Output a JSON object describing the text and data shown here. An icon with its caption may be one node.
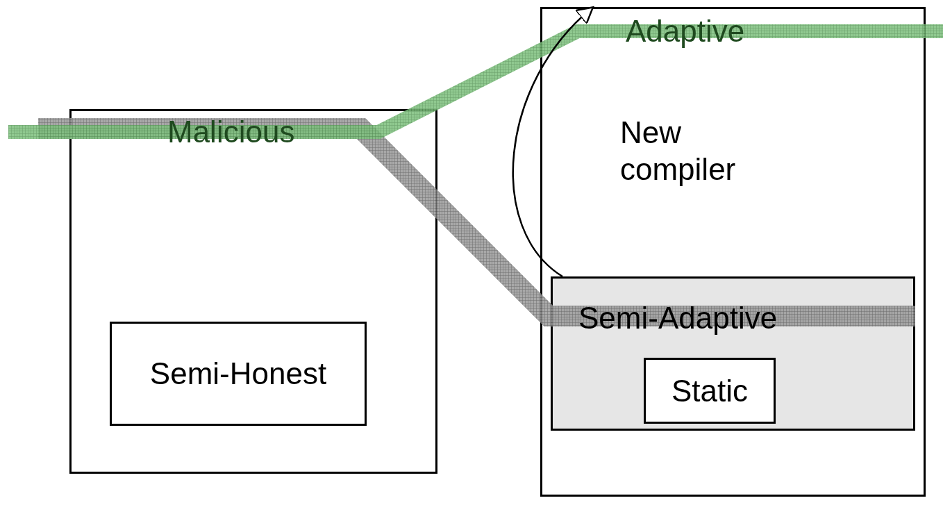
{
  "diagram": {
    "nodes": [
      {
        "text": [
          "Malicious"
        ]
      },
      {
        "text": [
          "Semi-Honest"
        ],
        "in": 0
      },
      {
        "text": [
          "Adaptive"
        ]
      },
      {
        "text": [
          "Semi-Adaptive"
        ],
        "in": 2
      },
      {
        "text": [
          "Static"
        ],
        "in": 3
      }
    ],
    "edges": [
      {
        "from": 3,
        "to": 2,
        "arrow": "to",
        "label": "New compiler"
      }
    ]
  }
}
